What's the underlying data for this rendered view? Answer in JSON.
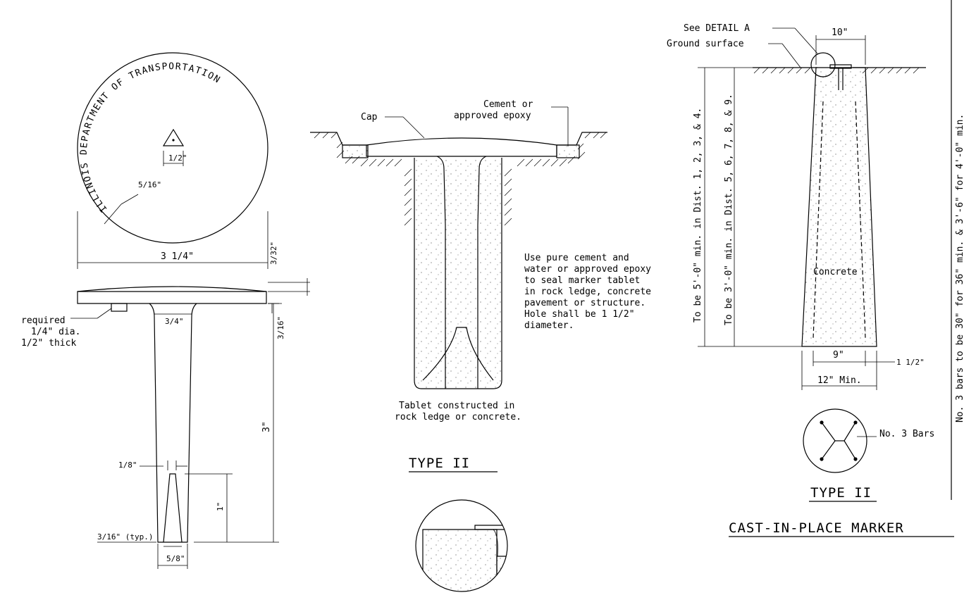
{
  "tablet": {
    "ring_text": "ILLINOIS DEPARTMENT OF TRANSPORTATION",
    "dim_triangle": "1/2\"",
    "dim_border": "5/16\"",
    "dim_diameter": "3 1/4\"",
    "dim_cap_thickness": "3/32\"",
    "dim_stem_top": "3/4\"",
    "dim_flange": "3/16\"",
    "dim_length": "3\"",
    "dim_slot": "1/8\"",
    "dim_slot_depth": "1\"",
    "dim_typ": "3/16\" (typ.)",
    "dim_bottom": "5/8\"",
    "note_required": [
      "required",
      "1/4\" dia.",
      "1/2\" thick"
    ]
  },
  "type2_rock": {
    "label_cap": "Cap",
    "label_cement": [
      "Cement or",
      "approved epoxy"
    ],
    "note": [
      "Use pure cement and",
      "water or approved epoxy",
      "to seal marker tablet",
      "in rock ledge, concrete",
      "pavement or structure.",
      "Hole shall be 1 1/2\"",
      "diameter."
    ],
    "caption": [
      "Tablet constructed in",
      "rock ledge or concrete."
    ],
    "title": "TYPE II"
  },
  "cast_in_place": {
    "label_detail": "See DETAIL A",
    "label_ground": "Ground surface",
    "dim_top": "10\"",
    "depth_1": "To be 5'-0\" min. in Dist. 1, 2, 3, & 4.",
    "depth_2": "To be 3'-0\" min. in Dist. 5, 6, 7, 8, & 9.",
    "label_concrete": "Concrete",
    "dim_bar_spacing": "9\"",
    "dim_cover": "1 1/2\"",
    "dim_bottom": "12\" Min.",
    "label_bars": "No. 3 Bars",
    "title": "TYPE II",
    "main_title": "CAST-IN-PLACE MARKER",
    "side_note": "No. 3 bars to be 30\" for 36\" min. & 3'-6\" for 4'-0\" min."
  }
}
